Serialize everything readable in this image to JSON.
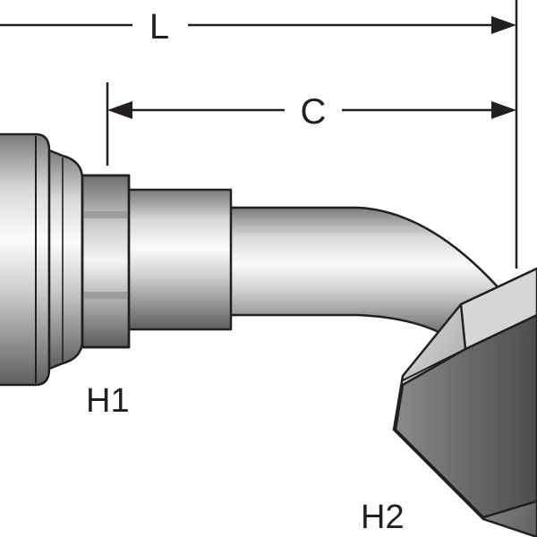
{
  "labels": {
    "length_overall": "L",
    "cut_off": "C",
    "hex_1": "H1",
    "hex_2": "H2"
  },
  "colors": {
    "outline": "#231f20",
    "metal_light": "#f4f4f4",
    "metal_mid": "#bdbdbd",
    "metal_dark": "#6e6e6e",
    "background": "#ffffff"
  },
  "icons": {
    "arrowhead": "solid-triangle-arrowhead"
  }
}
